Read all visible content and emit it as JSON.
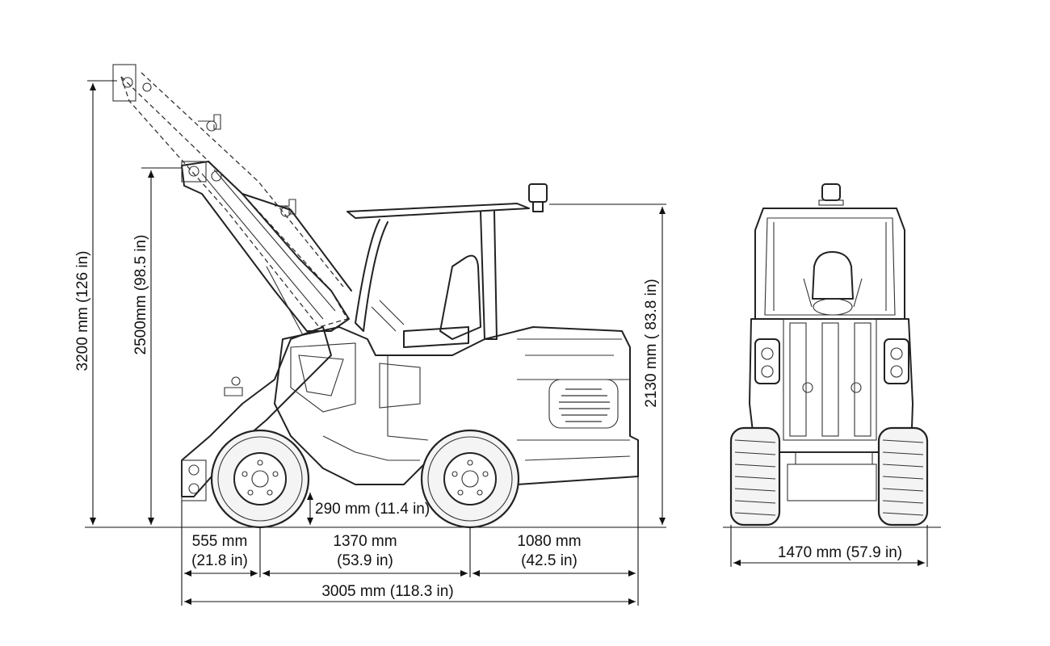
{
  "dimensions": {
    "max_lift_height": "3200 mm (126 in)",
    "hinge_pin_height": "2500mm (98.5 in)",
    "overall_height": "2130 mm ( 83.8 in)",
    "ground_clearance": "290 mm (11.4 in)",
    "front_overhang_mm": "555 mm",
    "front_overhang_in": "(21.8 in)",
    "wheelbase_mm": "1370 mm",
    "wheelbase_in": "(53.9 in)",
    "rear_overhang_mm": "1080 mm",
    "rear_overhang_in": "(42.5 in)",
    "overall_length": "3005 mm (118.3 in)",
    "overall_width": "1470 mm (57.9 in)"
  }
}
